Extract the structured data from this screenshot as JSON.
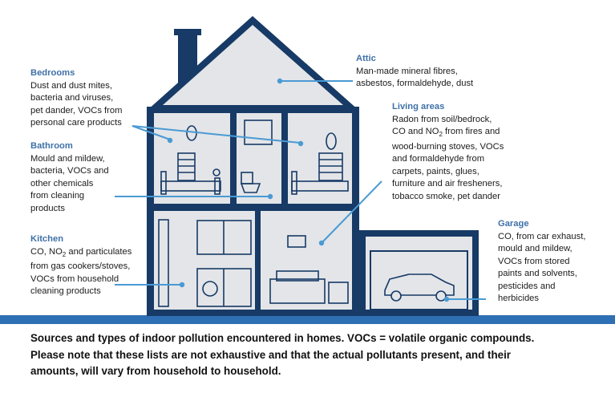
{
  "labels": {
    "bedrooms": {
      "title": "Bedrooms",
      "text": "Dust and dust mites,\nbacteria and viruses,\npet dander, VOCs from\npersonal care products"
    },
    "bathroom": {
      "title": "Bathroom",
      "text": "Mould and mildew,\nbacteria, VOCs and\nother chemicals\nfrom cleaning\nproducts"
    },
    "kitchen": {
      "title": "Kitchen",
      "line1": "CO, NO",
      "sub": "2",
      "line1_rest": " and particulates",
      "text": "from gas cookers/stoves,\nVOCs from household\ncleaning products"
    },
    "attic": {
      "title": "Attic",
      "text": "Man-made mineral fibres,\nasbestos, formaldehyde, dust"
    },
    "living_areas": {
      "title": "Living areas",
      "line1": "Radon from soil/bedrock,",
      "line2_pre": "CO and NO",
      "sub": "2",
      "line2_rest": " from fires and",
      "text": "wood-burning stoves, VOCs\nand formaldehyde from\ncarpets, paints, glues,\nfurniture and air fresheners,\ntobacco smoke, pet dander"
    },
    "garage": {
      "title": "Garage",
      "text": "CO, from car exhaust,\nmould and mildew,\nVOCs from stored\npaints and solvents,\npesticides and\nherbicides"
    }
  },
  "caption": "Sources and types of indoor pollution encountered in homes. VOCs = volatile organic compounds.\nPlease note that these lists are not exhaustive and that the actual pollutants present, and their\namounts, will vary from household to household.",
  "colors": {
    "house_outline": "#173a66",
    "house_fill": "#e3e5e8",
    "ground": "#2f6fb3",
    "pointer": "#4a9ad4",
    "title_blue": "#3f71a8"
  }
}
